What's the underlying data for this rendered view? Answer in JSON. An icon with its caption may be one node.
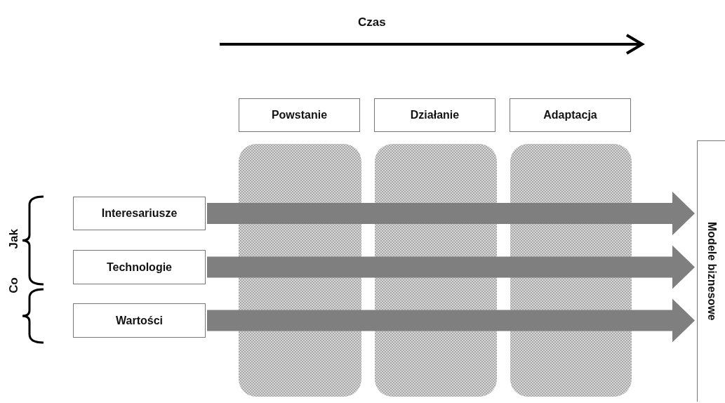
{
  "diagram": {
    "nodes": [
      {
        "text": [
          "Powstanie"
        ]
      },
      {
        "text": [
          "Działanie"
        ]
      },
      {
        "text": [
          "Adaptacja"
        ]
      },
      {
        "text": [],
        "shape": "box"
      },
      {
        "text": [],
        "shape": "box"
      },
      {
        "text": [],
        "shape": "box"
      },
      {
        "text": [
          "Interesariusze"
        ]
      },
      {
        "text": [
          "Technologie"
        ]
      },
      {
        "text": [
          "Wartości"
        ]
      },
      {
        "text": [
          "Modele biznesowe"
        ]
      }
    ],
    "edges": [
      {
        "from": 6,
        "to": 9,
        "arrow": "to",
        "style": "thick"
      },
      {
        "from": 7,
        "to": 9,
        "arrow": "to",
        "style": "thick"
      },
      {
        "from": 8,
        "to": 9,
        "arrow": "to",
        "style": "thick"
      }
    ],
    "labels": [
      "Czas",
      "Jak",
      "Co"
    ]
  }
}
